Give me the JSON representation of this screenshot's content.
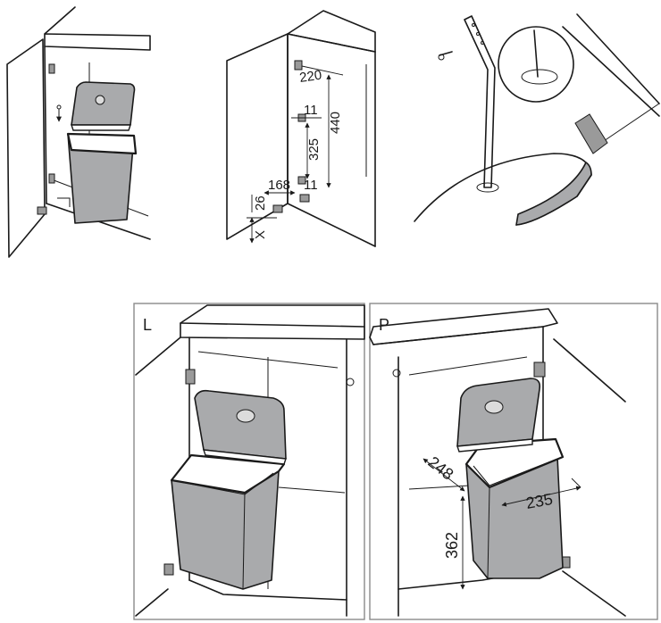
{
  "panels": {
    "left_label": "L",
    "right_label": "P"
  },
  "dimensions": {
    "d220": "220",
    "d11a": "11",
    "d440": "440",
    "d325": "325",
    "d168": "168",
    "d11b": "11",
    "d26": "26",
    "dx": "X",
    "d248": "248",
    "d235": "235",
    "d362": "362"
  },
  "colors": {
    "line": "#1a1a1a",
    "bin_gray": "#a9aaac",
    "frame_gray": "#8a8a8a"
  }
}
